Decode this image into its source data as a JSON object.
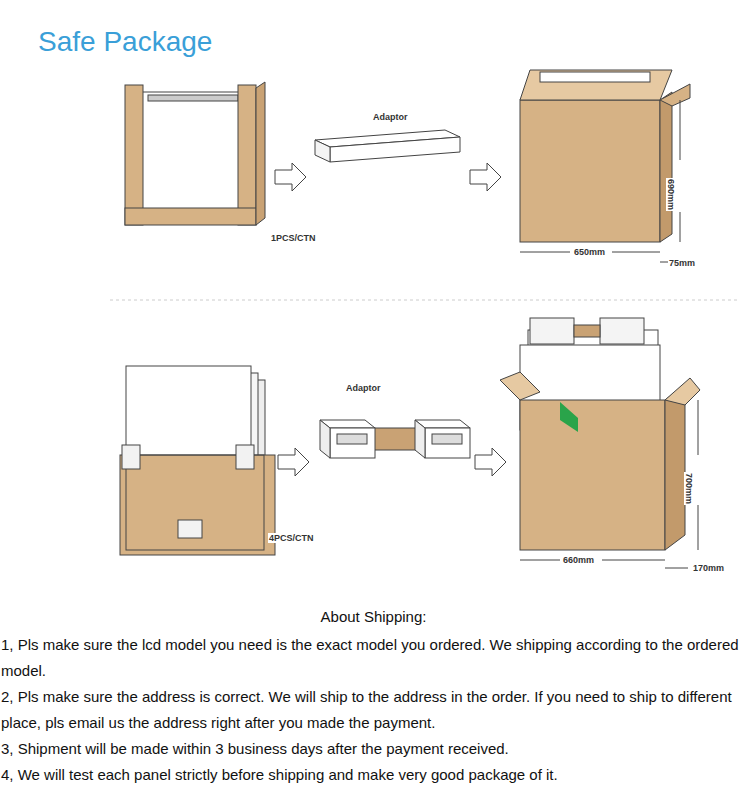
{
  "diagram": {
    "title": "Safe Package",
    "labels": [
      "Adaptor",
      "1PCS/CTN",
      "690mm",
      "650mm",
      "75mm",
      "Adaptor",
      "4PCS/CTN",
      "700mm",
      "660mm",
      "170mm",
      "About Shipping:",
      "1, Pls make sure the lcd model you need is the exact model you ordered. We shipping according to the ordered model.",
      "2, Pls make sure the address is correct. We will ship to the address in the order. If you need to ship to different place, pls email us the address right after you made the payment.",
      "3, Shipment will be made within 3 business days after the payment received.",
      "4, We will test each panel strictly before shipping and make very good package of it."
    ]
  }
}
